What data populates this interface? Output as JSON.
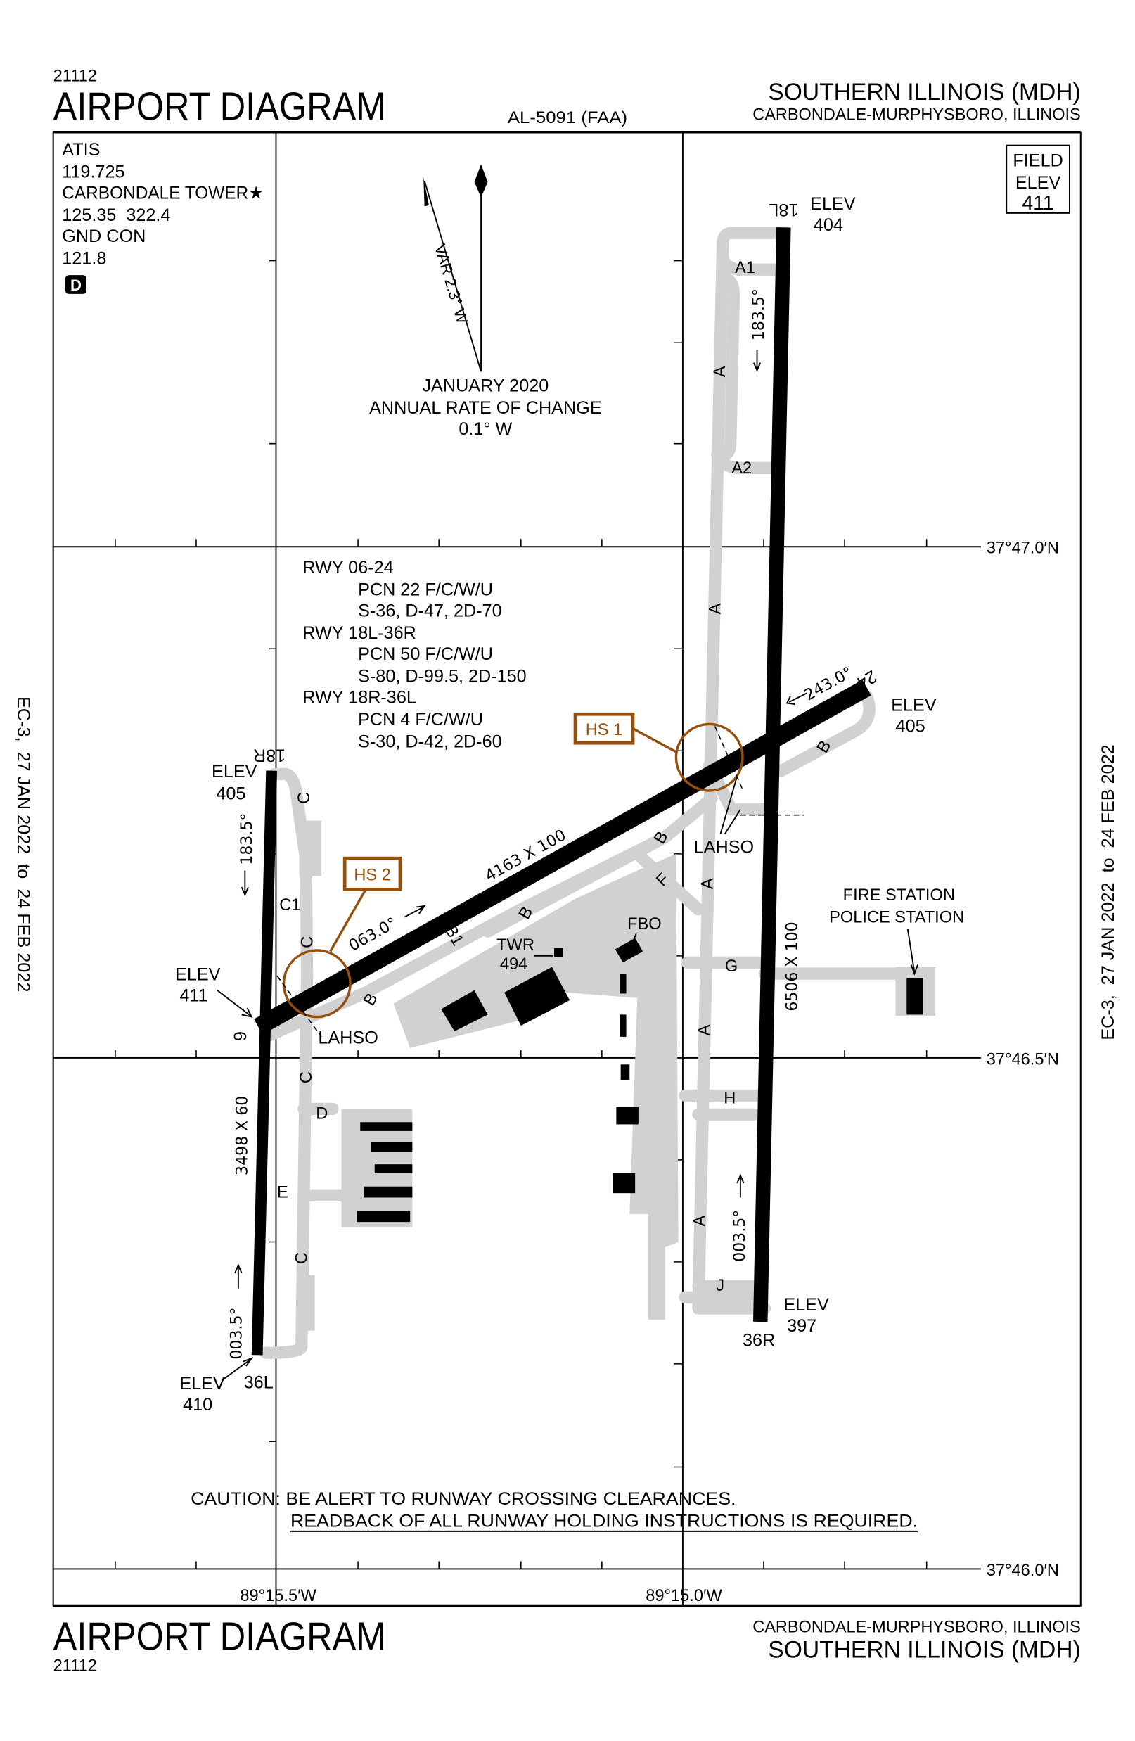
{
  "header": {
    "chart_number": "21112",
    "title": "AIRPORT DIAGRAM",
    "chart_id": "AL-5091 (FAA)",
    "airport_name": "SOUTHERN ILLINOIS (MDH)",
    "city": "CARBONDALE-MURPHYSBORO, ILLINOIS"
  },
  "footer": {
    "chart_number": "21112",
    "title": "AIRPORT DIAGRAM",
    "airport_name": "SOUTHERN ILLINOIS (MDH)",
    "city": "CARBONDALE-MURPHYSBORO, ILLINOIS"
  },
  "effective_dates": {
    "left": "EC-3,  27 JAN 2022  to  24 FEB 2022",
    "right": "EC-3,  27 JAN 2022  to  24 FEB 2022"
  },
  "frequencies": {
    "atis_label": "ATIS",
    "atis_freq": "119.725",
    "tower_label": "CARBONDALE TOWER★",
    "tower_freq": "125.35  322.4",
    "ground_label": "GND CON",
    "ground_freq": "121.8",
    "d_badge": "D"
  },
  "field_elev": {
    "label1": "FIELD",
    "label2": "ELEV",
    "value": "411"
  },
  "magnetic": {
    "variation": "VAR 2.3° W",
    "date": "JANUARY 2020",
    "rate_label": "ANNUAL RATE OF CHANGE",
    "rate": "0.1° W"
  },
  "runway_info": [
    {
      "rwy": "RWY 06-24",
      "pcn": "PCN 22 F/C/W/U",
      "weights": "S-36, D-47, 2D-70"
    },
    {
      "rwy": "RWY 18L-36R",
      "pcn": "PCN 50 F/C/W/U",
      "weights": "S-80, D-99.5, 2D-150"
    },
    {
      "rwy": "RWY 18R-36L",
      "pcn": "PCN 4 F/C/W/U",
      "weights": "S-30, D-42, 2D-60"
    }
  ],
  "runways": {
    "r18L": {
      "id": "18L",
      "elev_label": "ELEV",
      "elev": "404",
      "heading": "183.5°"
    },
    "r36R": {
      "id": "36R",
      "elev_label": "ELEV",
      "elev": "397",
      "heading": "003.5°"
    },
    "r18L36R_dims": "6506 X 100",
    "r18R": {
      "id": "18R",
      "elev_label": "ELEV",
      "elev": "405",
      "heading": "183.5°"
    },
    "r36L": {
      "id": "36L",
      "elev_label": "ELEV",
      "elev": "410",
      "heading": "003.5°"
    },
    "r18R36L_dims": "3498 X 60",
    "r06": {
      "id": "6",
      "elev_label": "ELEV",
      "elev": "411",
      "heading": "063.0°"
    },
    "r24": {
      "id": "24",
      "elev_label": "ELEV",
      "elev": "405",
      "heading": "243.0°"
    },
    "r0624_dims": "4163 X 100"
  },
  "taxiways": {
    "A": "A",
    "A1": "A1",
    "A2": "A2",
    "B": "B",
    "B1": "B1",
    "C": "C",
    "C1": "C1",
    "D": "D",
    "E": "E",
    "F": "F",
    "G": "G",
    "H": "H",
    "J": "J"
  },
  "hot_spots": {
    "hs1": "HS 1",
    "hs2": "HS 2"
  },
  "lahso": "LAHSO",
  "buildings": {
    "tower": "TWR",
    "tower_elev": "494",
    "fbo": "FBO",
    "fire": "FIRE STATION",
    "police": "POLICE STATION"
  },
  "coordinates": {
    "lat1": "37°47.0′N",
    "lat2": "37°46.5′N",
    "lat3": "37°46.0′N",
    "lon1": "89°15.5′W",
    "lon2": "89°15.0′W"
  },
  "caution": {
    "line1": "CAUTION: BE ALERT TO RUNWAY CROSSING CLEARANCES.",
    "line2": "READBACK OF ALL RUNWAY HOLDING INSTRUCTIONS IS REQUIRED."
  },
  "colors": {
    "hot_spot": "#94500c",
    "taxiway": "#d1d1d1",
    "runway": "#000000"
  }
}
